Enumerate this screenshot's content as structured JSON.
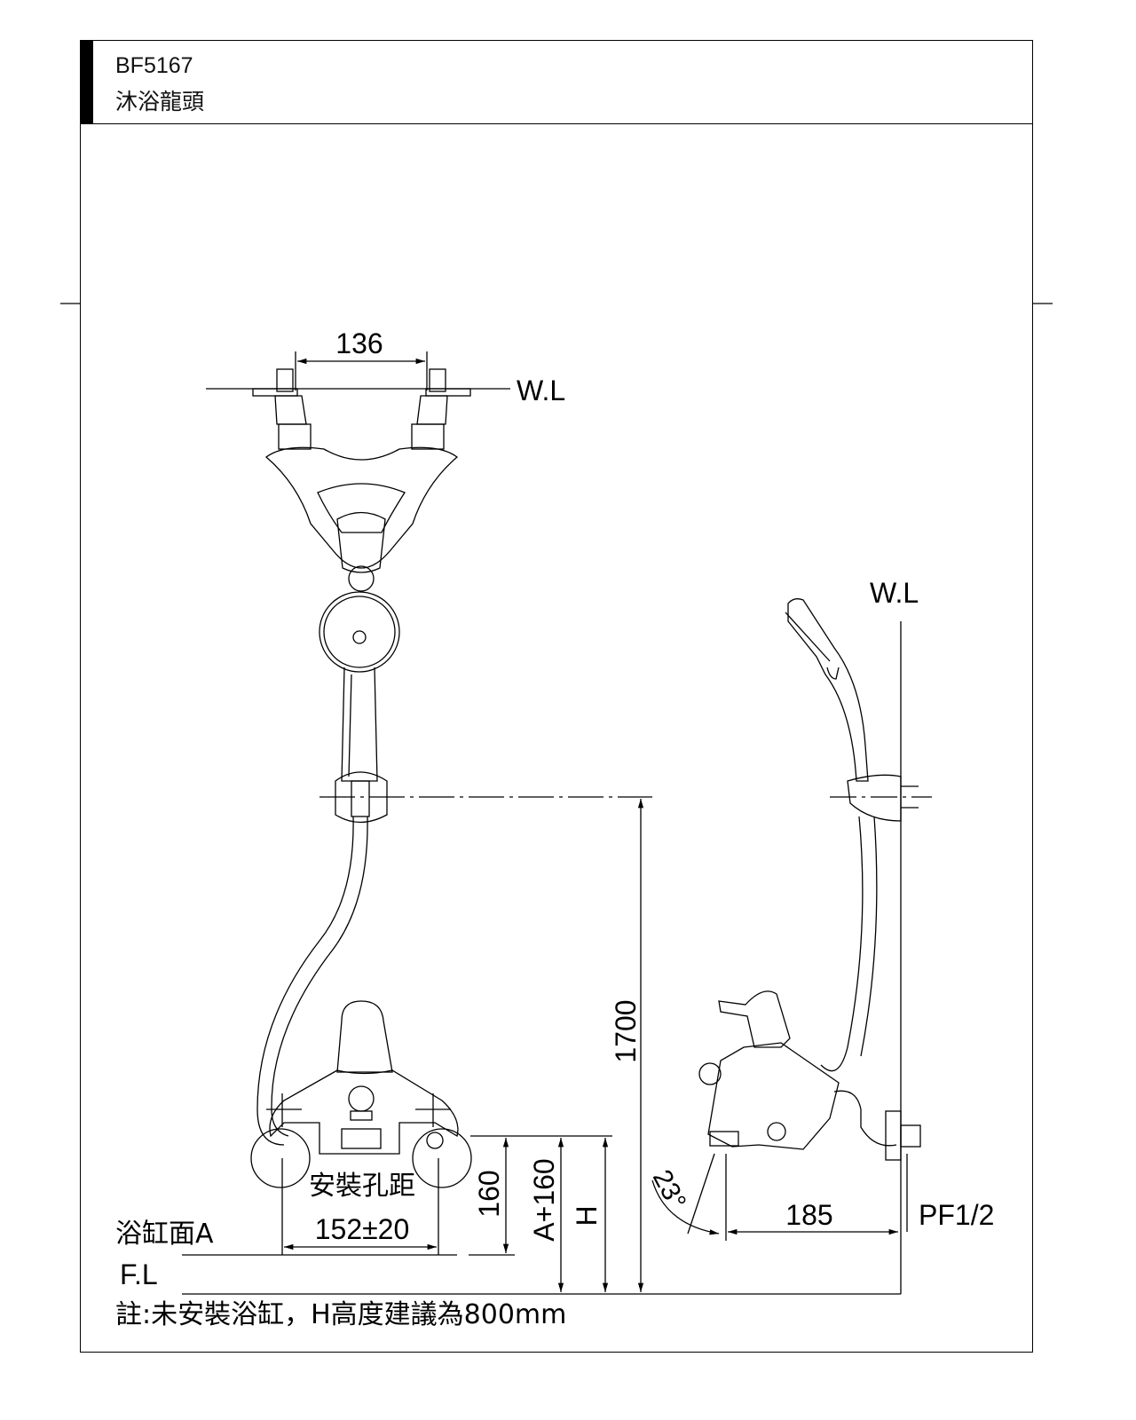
{
  "header": {
    "model": "BF5167",
    "product_name": "沐浴龍頭"
  },
  "dimensions": {
    "top_spacing": "136",
    "water_line_front": "W.L",
    "water_line_side": "W.L",
    "height_1700": "1700",
    "height_160": "160",
    "a_plus_160": "A+160",
    "h": "H",
    "hole_spacing_label": "安裝孔距",
    "hole_spacing": "152±20",
    "tub_surface": "浴缸面A",
    "floor_line": "F.L",
    "angle": "23°",
    "depth_185": "185",
    "thread": "PF1/2"
  },
  "note": "註:未安裝浴缸，H高度建議為800mm"
}
